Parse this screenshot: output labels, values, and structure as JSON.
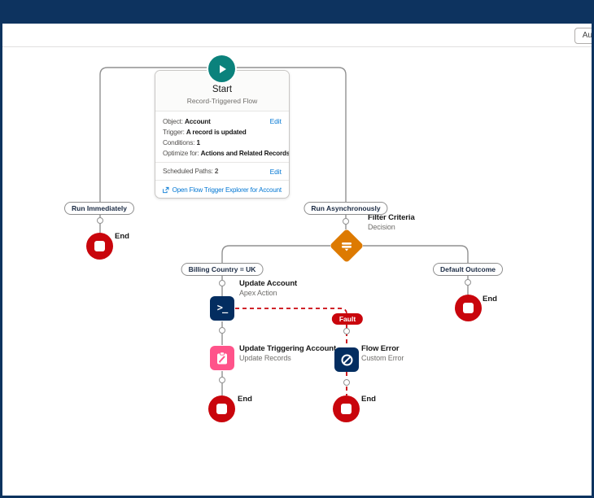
{
  "toolbar": {
    "autolayout_label": "Au"
  },
  "start": {
    "title": "Start",
    "subtitle": "Record-Triggered Flow",
    "object_label": "Object:",
    "object_value": "Account",
    "trigger_label": "Trigger:",
    "trigger_value": "A record is updated",
    "conditions_label": "Conditions:",
    "conditions_value": "1",
    "optimize_label": "Optimize for:",
    "optimize_value": "Actions and Related Records",
    "edit_label": "Edit",
    "scheduled_label": "Scheduled Paths:",
    "scheduled_value": "2",
    "explorer_link": "Open Flow Trigger Explorer for Account"
  },
  "paths": {
    "run_immediately": "Run Immediately",
    "run_asynchronously": "Run Asynchronously",
    "billing_country": "Billing Country = UK",
    "default_outcome": "Default Outcome",
    "fault": "Fault"
  },
  "elements": {
    "decision": {
      "name": "Filter Criteria",
      "type": "Decision"
    },
    "apex": {
      "name": "Update Account",
      "type": "Apex Action"
    },
    "update_records": {
      "name": "Update Triggering Account",
      "type": "Update Records"
    },
    "custom_error": {
      "name": "Flow Error",
      "type": "Custom Error"
    },
    "end_label": "End"
  },
  "icons": {
    "apex_glyph": ">_"
  },
  "colors": {
    "header_navy": "#0d335f",
    "node_navy": "#032d60",
    "start_teal": "#0b827c",
    "decision_orange": "#dd7a01",
    "update_pink": "#ff538a",
    "error_red": "#c9050c",
    "link_blue": "#0176d3",
    "connector_gray": "#919191"
  }
}
